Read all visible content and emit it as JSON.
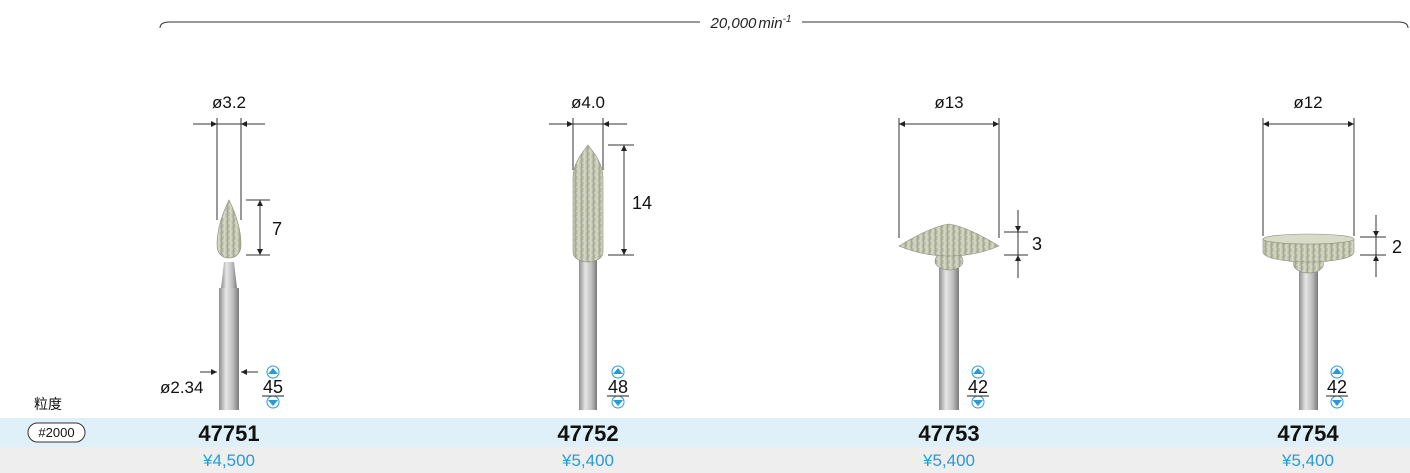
{
  "speed": {
    "value": "20,000",
    "unit": "min",
    "exp": "-1"
  },
  "grit": {
    "label": "粒度",
    "badge": "#2000"
  },
  "colors": {
    "row_band": "#dff0f8",
    "price_band": "#eeeeee",
    "price_text": "#2a9ad6",
    "stone": "#c9ccb8",
    "shank": "#c8c8c8",
    "arrow": "#2a9ad6"
  },
  "products": [
    {
      "code": "47751",
      "price": "¥4,500",
      "head_diameter": "ø3.2",
      "head_length": "7",
      "shank_diameter": "ø2.34",
      "total_length": "45",
      "shape_icon": "flame-point-stone"
    },
    {
      "code": "47752",
      "price": "¥5,400",
      "head_diameter": "ø4.0",
      "head_length": "14",
      "total_length": "48",
      "shape_icon": "bullet-point-stone"
    },
    {
      "code": "47753",
      "price": "¥5,400",
      "head_diameter": "ø13",
      "head_length": "3",
      "total_length": "42",
      "shape_icon": "lens-disc-stone"
    },
    {
      "code": "47754",
      "price": "¥5,400",
      "head_diameter": "ø12",
      "head_length": "2",
      "total_length": "42",
      "shape_icon": "flat-wheel-stone"
    }
  ]
}
